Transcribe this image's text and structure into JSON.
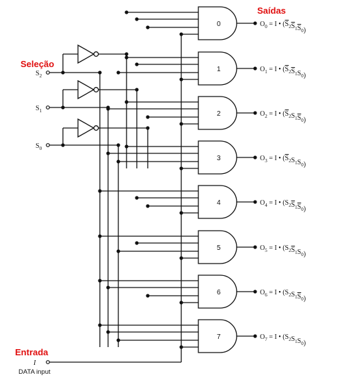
{
  "labels": {
    "outputs_title": "Saídas",
    "selection_title": "Seleção",
    "input_title": "Entrada",
    "data_input_symbol": "I",
    "data_input_caption": "DATA input"
  },
  "selects": [
    {
      "name": "S",
      "sub": "2"
    },
    {
      "name": "S",
      "sub": "1"
    },
    {
      "name": "S",
      "sub": "0"
    }
  ],
  "gates": [
    {
      "label": "0",
      "output": "O",
      "out_sub": "0",
      "bits": [
        0,
        0,
        0
      ]
    },
    {
      "label": "1",
      "output": "O",
      "out_sub": "1",
      "bits": [
        0,
        0,
        1
      ]
    },
    {
      "label": "2",
      "output": "O",
      "out_sub": "2",
      "bits": [
        0,
        1,
        0
      ]
    },
    {
      "label": "3",
      "output": "O",
      "out_sub": "3",
      "bits": [
        0,
        1,
        1
      ]
    },
    {
      "label": "4",
      "output": "O",
      "out_sub": "4",
      "bits": [
        1,
        0,
        0
      ]
    },
    {
      "label": "5",
      "output": "O",
      "out_sub": "5",
      "bits": [
        1,
        0,
        1
      ]
    },
    {
      "label": "6",
      "output": "O",
      "out_sub": "6",
      "bits": [
        1,
        1,
        0
      ]
    },
    {
      "label": "7",
      "output": "O",
      "out_sub": "7",
      "bits": [
        1,
        1,
        1
      ]
    }
  ],
  "equation": {
    "prefix": "= I • (",
    "suffix": ")",
    "literal": "S"
  }
}
